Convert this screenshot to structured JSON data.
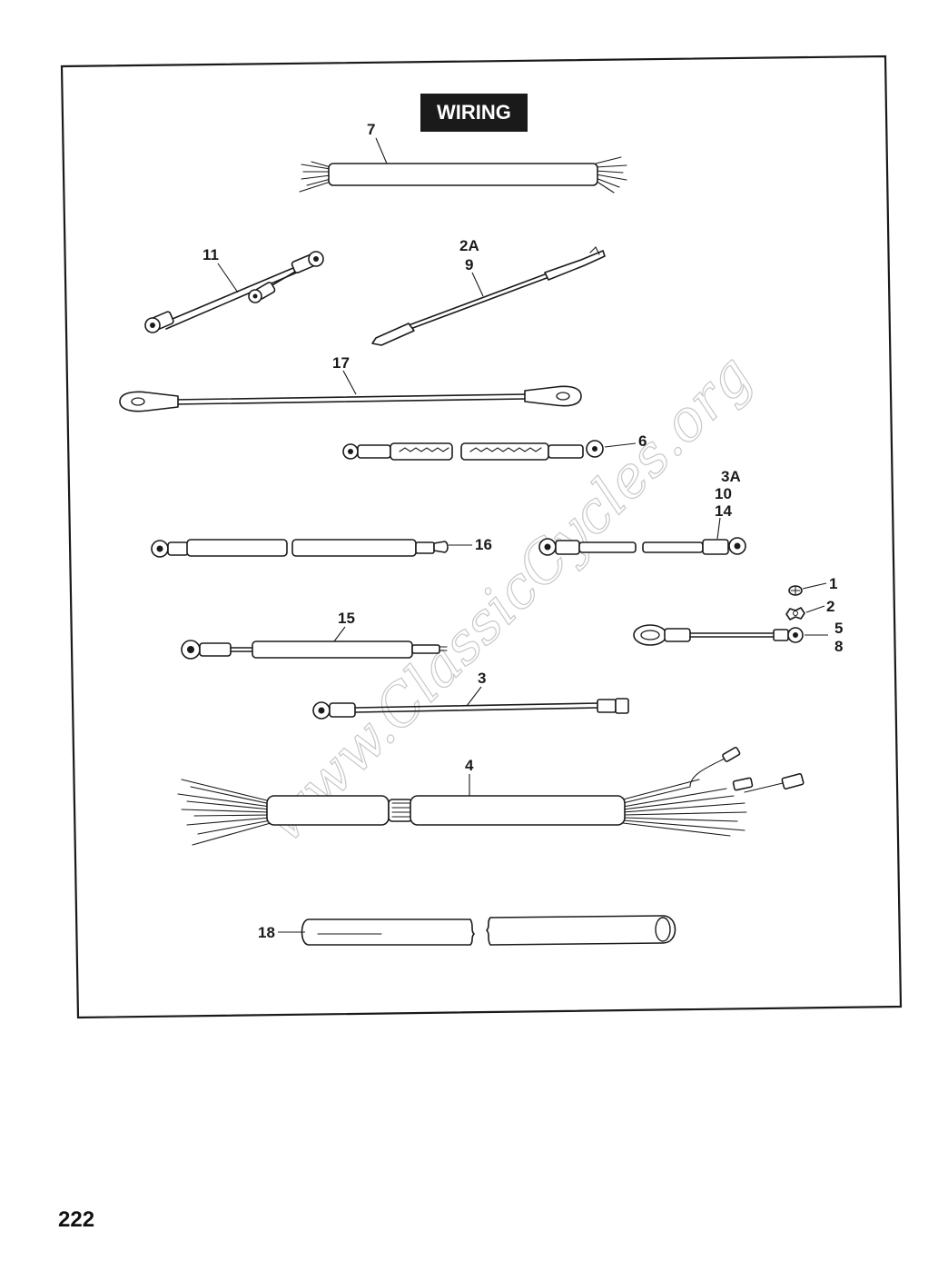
{
  "header": {
    "title": "WIRING"
  },
  "callouts": {
    "c7": "7",
    "c11": "11",
    "c2a": "2A",
    "c9": "9",
    "c17": "17",
    "c6": "6",
    "c3a": "3A",
    "c10": "10",
    "c14": "14",
    "c16": "16",
    "c1": "1",
    "c2": "2",
    "c5": "5",
    "c8": "8",
    "c15": "15",
    "c3": "3",
    "c4": "4",
    "c18": "18"
  },
  "watermark": {
    "text": "www.ClassicCycles.org"
  },
  "footer": {
    "page_number": "222"
  }
}
